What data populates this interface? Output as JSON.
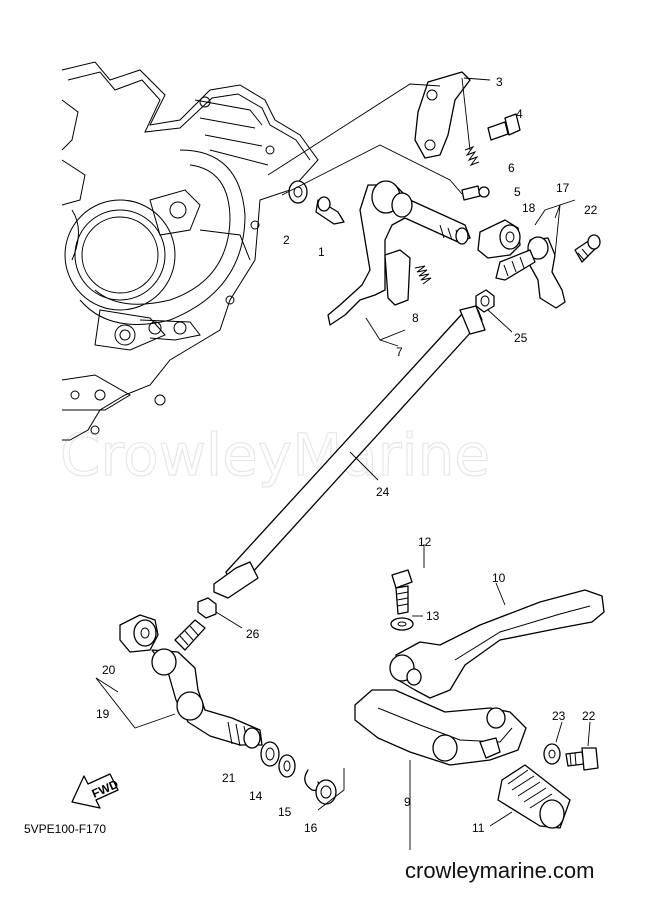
{
  "diagram_code": "5VPE100-F170",
  "watermark": "CrowleyMarine",
  "site_url": "crowleymarine.com",
  "fwd_label": "FWD",
  "callouts": [
    "1",
    "2",
    "3",
    "4",
    "5",
    "6",
    "7",
    "8",
    "9",
    "10",
    "11",
    "12",
    "13",
    "14",
    "15",
    "16",
    "17",
    "18",
    "19",
    "20",
    "21",
    "22",
    "22",
    "23",
    "24",
    "25",
    "26"
  ]
}
